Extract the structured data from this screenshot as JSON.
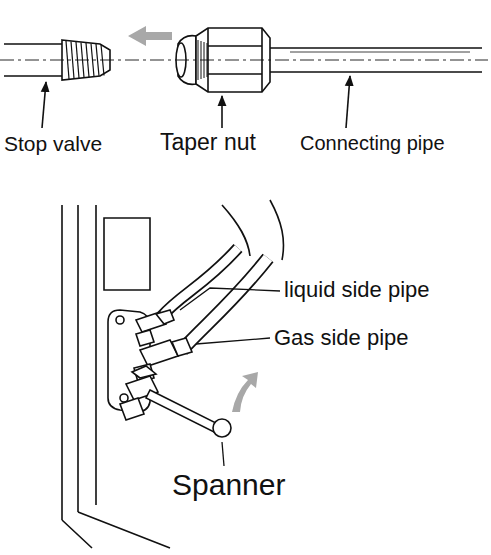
{
  "diagram": {
    "labels": [
      "Stop valve",
      "Taper nut",
      "Connecting pipe",
      "liquid side pipe",
      "Gas side pipe",
      "Spanner"
    ]
  }
}
